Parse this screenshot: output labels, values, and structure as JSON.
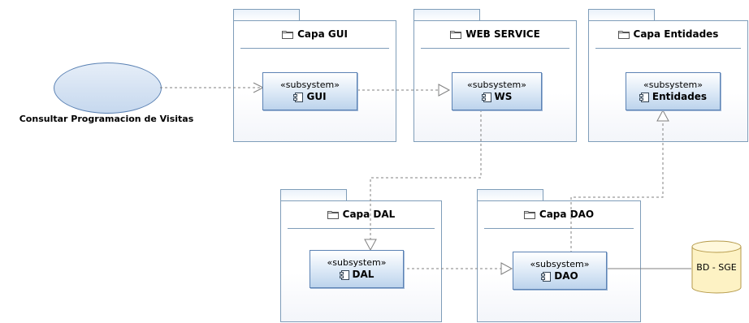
{
  "use_case": {
    "label": "Consultar Programacion de Visitas"
  },
  "packages": {
    "gui": {
      "title": "Capa GUI"
    },
    "ws": {
      "title": "WEB SERVICE"
    },
    "entidades": {
      "title": "Capa Entidades"
    },
    "dal": {
      "title": "Capa DAL"
    },
    "dao": {
      "title": "Capa DAO"
    }
  },
  "subsystems": {
    "gui": {
      "stereotype": "«subsystem»",
      "name": "GUI"
    },
    "ws": {
      "stereotype": "«subsystem»",
      "name": "WS"
    },
    "entidades": {
      "stereotype": "«subsystem»",
      "name": "Entidades"
    },
    "dal": {
      "stereotype": "«subsystem»",
      "name": "DAL"
    },
    "dao": {
      "stereotype": "«subsystem»",
      "name": "DAO"
    }
  },
  "database": {
    "label": "BD - SGE"
  },
  "colors": {
    "package_border": "#7f9db9",
    "subsystem_border": "#5b82b4",
    "subsystem_fill": "#dbe8f6",
    "usecase_fill": "#d3e2f3",
    "database_fill": "#fdf2c4",
    "connector": "#808080"
  },
  "connections": [
    {
      "from": "use_case",
      "to": "gui",
      "style": "dashed",
      "arrow": "open"
    },
    {
      "from": "gui",
      "to": "ws",
      "style": "dashed",
      "arrow": "hollow-triangle"
    },
    {
      "from": "ws",
      "to": "dal",
      "style": "dashed",
      "arrow": "hollow-triangle"
    },
    {
      "from": "dal",
      "to": "dao",
      "style": "dashed",
      "arrow": "hollow-triangle"
    },
    {
      "from": "dao",
      "to": "entidades",
      "style": "dashed",
      "arrow": "hollow-triangle"
    },
    {
      "from": "dao",
      "to": "database",
      "style": "solid",
      "arrow": "none"
    }
  ]
}
